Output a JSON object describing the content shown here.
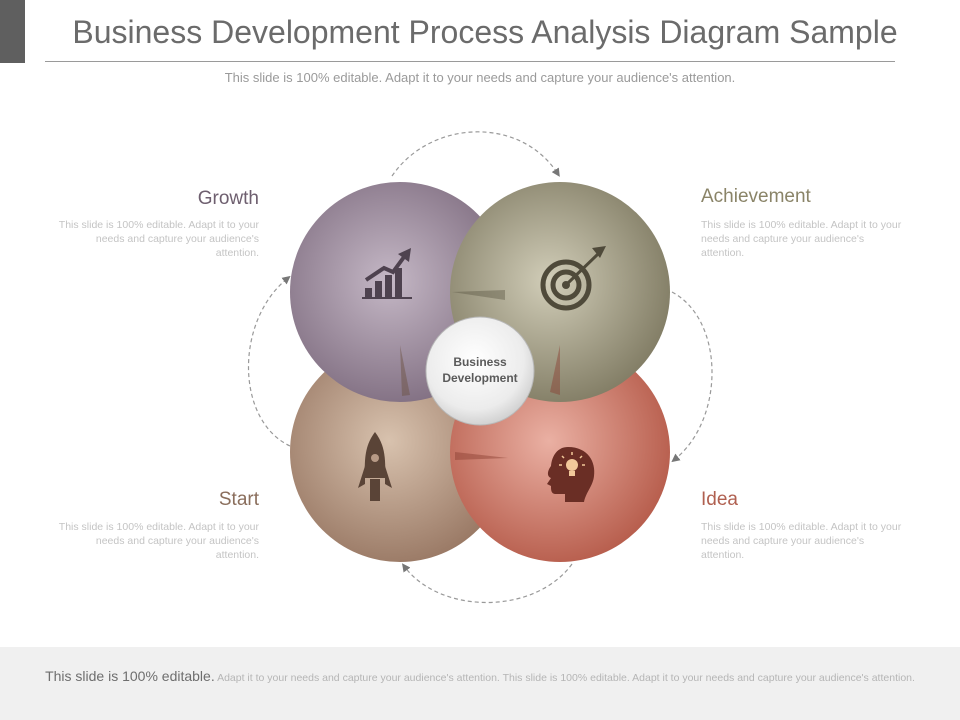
{
  "title": "Business Development Process Analysis Diagram Sample",
  "subtitle": "This slide is 100% editable. Adapt it to your needs and capture your audience's attention.",
  "center_label_line1": "Business",
  "center_label_line2": "Development",
  "segments": [
    {
      "label": "Growth",
      "description": "This slide is 100% editable. Adapt it to your needs and capture your audience's attention.",
      "color": "#8d7a8d",
      "icon": "growth-chart-icon"
    },
    {
      "label": "Achievement",
      "description": "This slide is 100% editable. Adapt it to your needs and capture your audience's attention.",
      "color": "#8b8670",
      "icon": "target-icon"
    },
    {
      "label": "Start",
      "description": "This slide is 100% editable. Adapt it to your needs and capture your audience's attention.",
      "color": "#a8876e",
      "icon": "rocket-icon"
    },
    {
      "label": "Idea",
      "description": "This slide is 100% editable. Adapt it to your needs and capture your audience's attention.",
      "color": "#c06857",
      "icon": "head-lightbulb-icon"
    }
  ],
  "footer": {
    "lead": "This slide is 100% editable.",
    "body": "Adapt it to your needs and capture your audience's attention. This slide is 100% editable. Adapt it to your needs and capture your audience's attention."
  }
}
